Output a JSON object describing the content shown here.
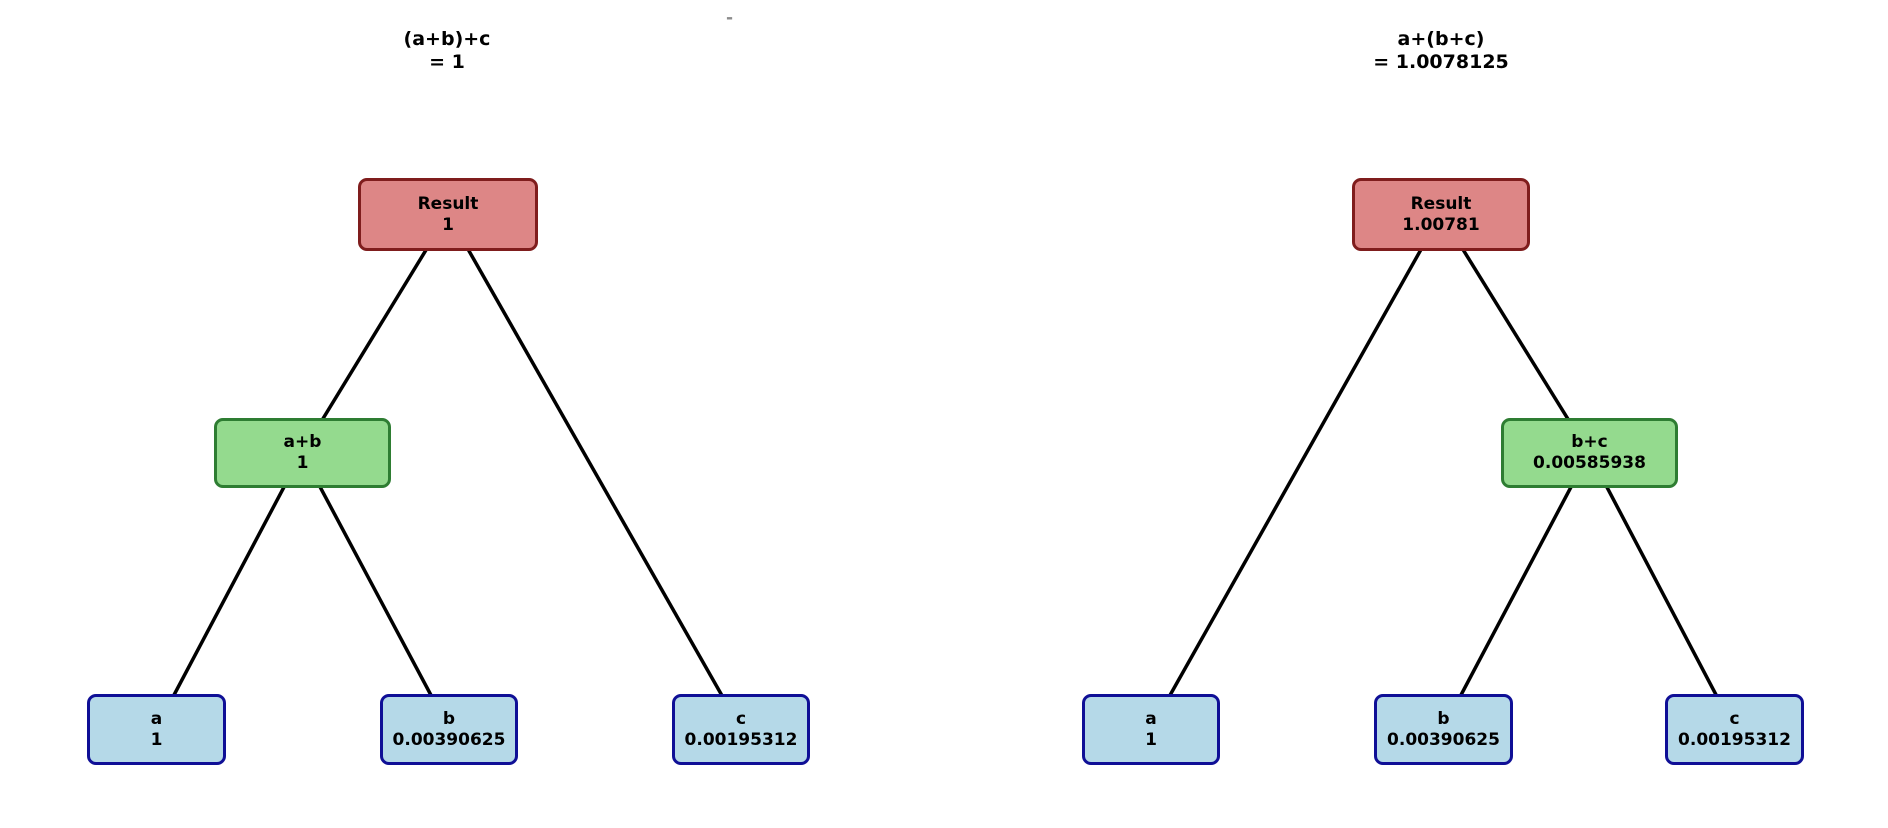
{
  "figure": {
    "left_tree": {
      "title_line1": "(a+b)+c",
      "title_line2": "= 1",
      "result": {
        "label": "Result",
        "value": "1"
      },
      "intermediate": {
        "label": "a+b",
        "value": "1"
      },
      "leaf_a": {
        "label": "a",
        "value": "1"
      },
      "leaf_b": {
        "label": "b",
        "value": "0.00390625"
      },
      "leaf_c": {
        "label": "c",
        "value": "0.00195312"
      }
    },
    "right_tree": {
      "title_line1": "a+(b+c)",
      "title_line2": "= 1.0078125",
      "result": {
        "label": "Result",
        "value": "1.00781"
      },
      "intermediate": {
        "label": "b+c",
        "value": "0.00585938"
      },
      "leaf_a": {
        "label": "a",
        "value": "1"
      },
      "leaf_b": {
        "label": "b",
        "value": "0.00390625"
      },
      "leaf_c": {
        "label": "c",
        "value": "0.00195312"
      }
    },
    "artifact": {
      "glyph": "-"
    },
    "colors": {
      "result_fill": "#dd8686",
      "result_border": "#7f1d1d",
      "intermediate_fill": "#94da8e",
      "intermediate_border": "#2e7d32",
      "leaf_fill": "#b5d9e8",
      "leaf_border": "#0f0f96",
      "edge_color": "#000000",
      "title_color": "#000000",
      "artifact_color": "#8c8c8c"
    }
  }
}
